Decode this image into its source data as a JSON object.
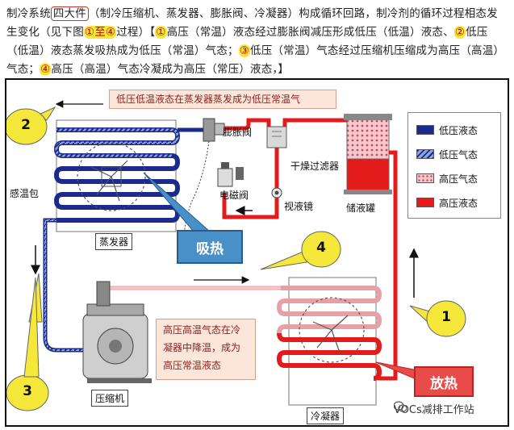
{
  "intro": {
    "p1": "制冷系统",
    "p2": "四大件",
    "p3": "（制冷压缩机、蒸发器、膨胀阀、冷凝器）构成循环回路，制冷剂的循环过程相态发生变化（见下图",
    "p4": "①至④",
    "p5": "过程）【",
    "p6": "①",
    "p7": "高压（常温）液态经过膨胀阀减压形成低压（低温）液态、",
    "p8": "②",
    "p9": "低压（低温）液态蒸发吸热成为低压（常温）气态；",
    "p10": "③",
    "p11": "低压（常温）气态经过压缩机压缩成为高压（高温）气态；",
    "p12": "④",
    "p13": "高压（高温）气态冷凝成为高压（常压）液态，】"
  },
  "diagram": {
    "top_note": "低压低温液态在蒸发器蒸发成为低压常温气",
    "cond_note": [
      "高压高温气态在冷",
      "凝器中降温，成为",
      "高压常温液态"
    ],
    "components": {
      "expansion_valve": "膨胀阀",
      "dryer_filter": "干燥过滤器",
      "solenoid_valve": "电磁阀",
      "sight_glass": "视液镜",
      "receiver": "储液罐",
      "sensor_bulb": "感温包",
      "evaporator": "蒸发器",
      "compressor": "压缩机",
      "condenser": "冷凝器"
    },
    "callouts": [
      "1",
      "2",
      "3",
      "4"
    ],
    "absorb_label": "吸热",
    "release_label": "放热",
    "legend": [
      {
        "label": "低压液态",
        "color": "#1c2a8c"
      },
      {
        "label": "低压气态",
        "color": "#3a57b0"
      },
      {
        "label": "高压气态",
        "color": "#e8a0a8"
      },
      {
        "label": "高压液态",
        "color": "#e31b1b"
      }
    ],
    "watermark": "VOCs减排工作站"
  }
}
